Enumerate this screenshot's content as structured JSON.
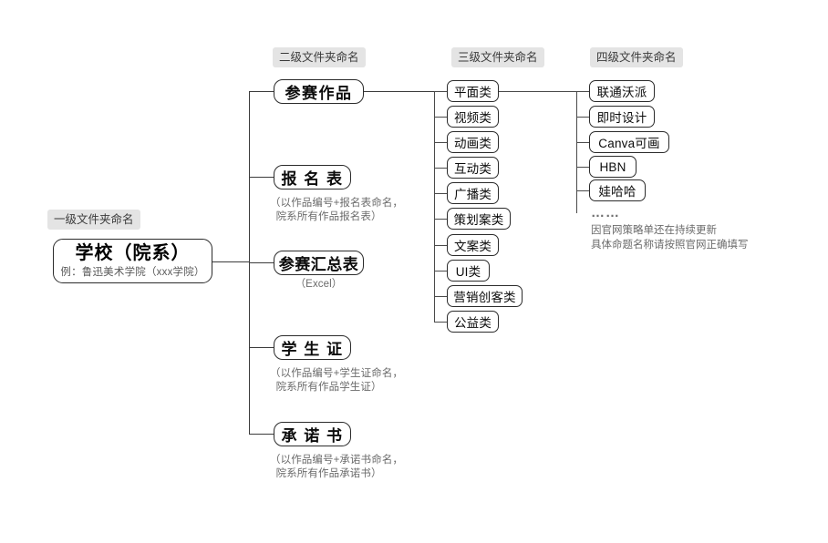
{
  "diagram": {
    "title_note": "",
    "colors": {
      "badge_bg": "#e4e4e4",
      "badge_text": "#3a3a3a",
      "node_border": "#2b2b2b",
      "line": "#3c3c3c",
      "caption_text": "#6b6b6b",
      "background": "#ffffff"
    }
  },
  "columns": {
    "level1_badge": "一级文件夹命名",
    "level2_badge": "二级文件夹命名",
    "level3_badge": "三级文件夹命名",
    "level4_badge": "四级文件夹命名"
  },
  "level1": {
    "title": "学校（院系）",
    "subtitle": "例：鲁迅美术学院（xxx学院）"
  },
  "level2": [
    {
      "label": "参赛作品",
      "caption": ""
    },
    {
      "label": "报 名 表",
      "caption": "（以作品编号+报名表命名，\n  院系所有作品报名表）"
    },
    {
      "label": "参赛汇总表",
      "caption": "（Excel）"
    },
    {
      "label": "学 生 证",
      "caption": "（以作品编号+学生证命名，\n  院系所有作品学生证）"
    },
    {
      "label": "承 诺 书",
      "caption": "（以作品编号+承诺书命名，\n  院系所有作品承诺书）"
    }
  ],
  "level3": [
    {
      "label": "平面类"
    },
    {
      "label": "视频类"
    },
    {
      "label": "动画类"
    },
    {
      "label": "互动类"
    },
    {
      "label": "广播类"
    },
    {
      "label": "策划案类"
    },
    {
      "label": "文案类"
    },
    {
      "label": "UI类"
    },
    {
      "label": "营销创客类"
    },
    {
      "label": "公益类"
    }
  ],
  "level4": {
    "items": [
      {
        "label": "联通沃派"
      },
      {
        "label": "即时设计"
      },
      {
        "label": "Canva可画"
      },
      {
        "label": "HBN"
      },
      {
        "label": "娃哈哈"
      }
    ],
    "ellipsis": "……",
    "note": "因官网策略单还在持续更新\n具体命题名称请按照官网正确填写"
  }
}
